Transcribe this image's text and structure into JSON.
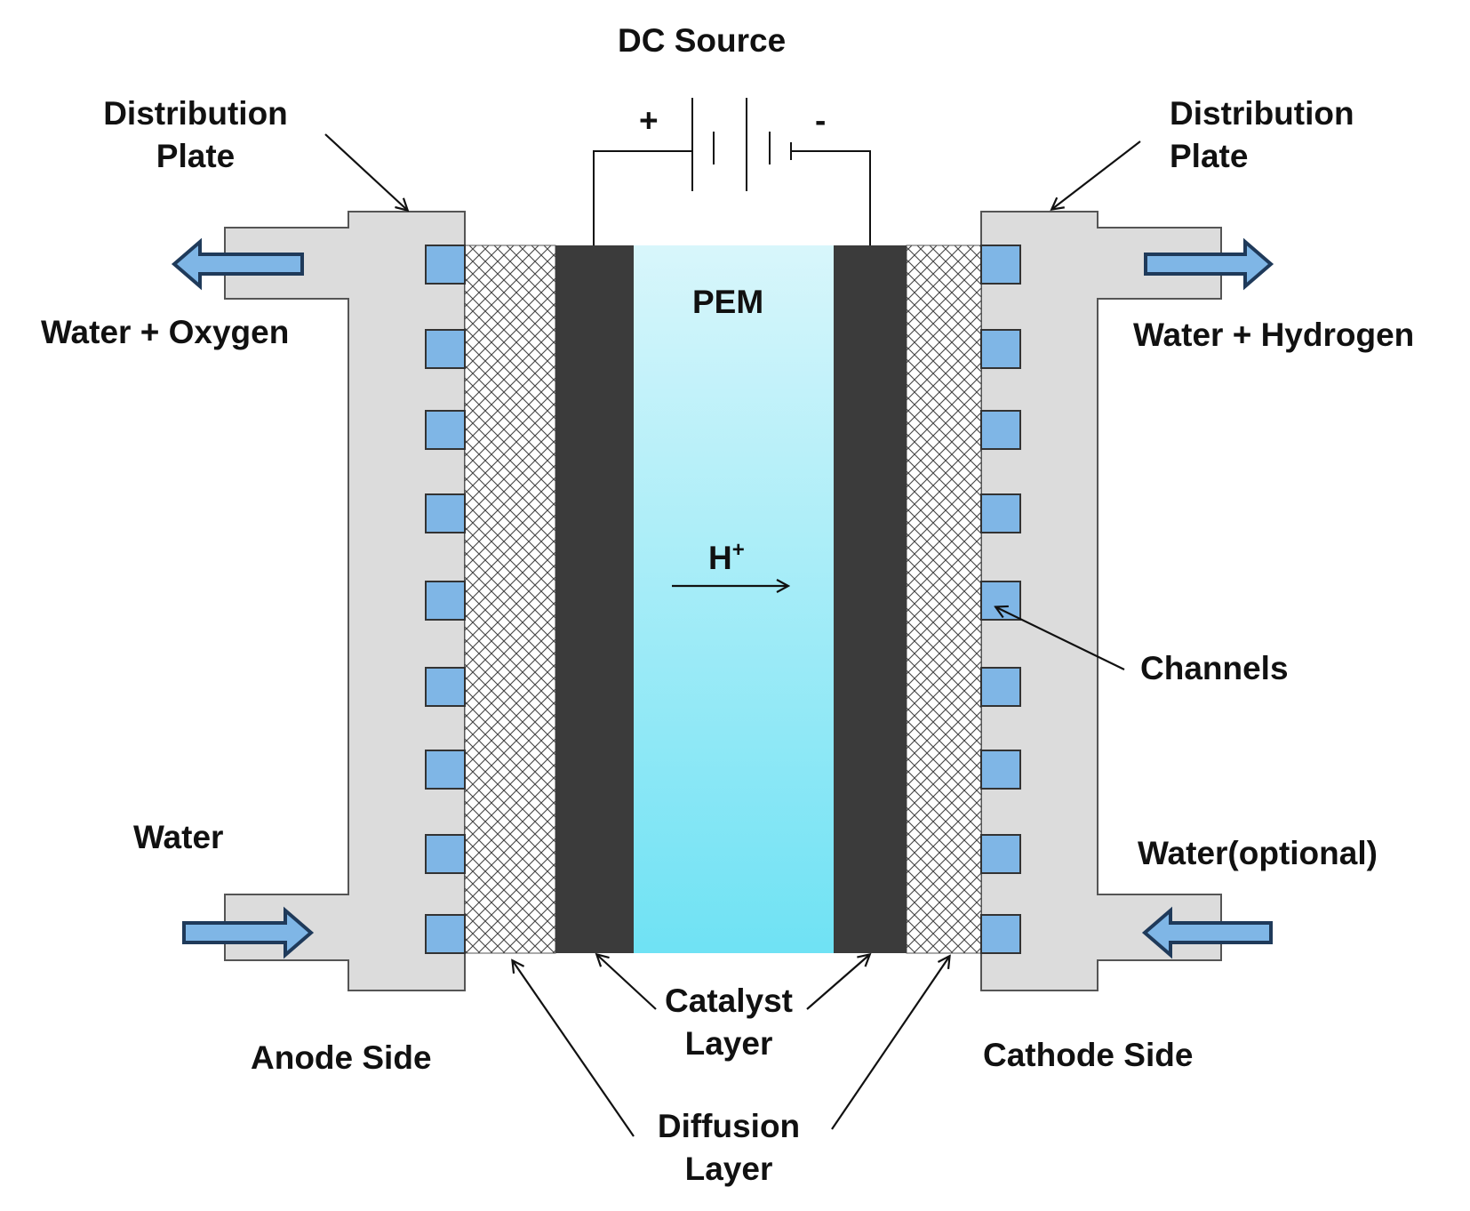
{
  "labels": {
    "dc_source": "DC Source",
    "plus": "+",
    "minus": "-",
    "distribution_plate_left": [
      "Distribution",
      "Plate"
    ],
    "distribution_plate_right": [
      "Distribution",
      "Plate"
    ],
    "water_oxygen": "Water + Oxygen",
    "water_hydrogen": "Water + Hydrogen",
    "pem": "PEM",
    "proton": "H",
    "proton_charge": "+",
    "channels": "Channels",
    "water": "Water",
    "water_optional": "Water(optional)",
    "anode_side": "Anode Side",
    "cathode_side": "Cathode Side",
    "catalyst_layer": [
      "Catalyst",
      "Layer"
    ],
    "diffusion_layer": [
      "Diffusion",
      "Layer"
    ]
  },
  "colors": {
    "plate_fill": "#dcdcdc",
    "channel_fill": "#7fb6e6",
    "catalyst_fill": "#3b3b3b",
    "membrane_top": "#d8f6fb",
    "membrane_bottom": "#6fe2f4",
    "flow_arrow_fill": "#7fb6e6",
    "flow_arrow_stroke": "#1f3a5a",
    "line": "#111111"
  }
}
